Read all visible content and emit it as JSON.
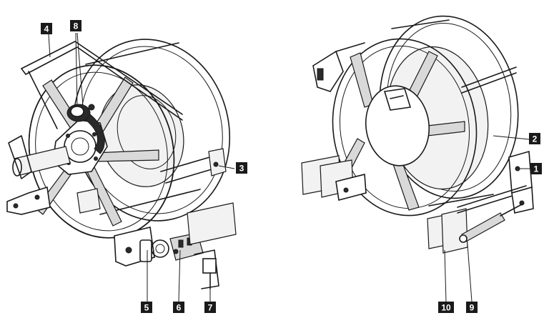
{
  "callouts": [
    {
      "id": "c1",
      "label": "1"
    },
    {
      "id": "c2",
      "label": "2"
    },
    {
      "id": "c3",
      "label": "3"
    },
    {
      "id": "c4",
      "label": "4"
    },
    {
      "id": "c5",
      "label": "5"
    },
    {
      "id": "c6",
      "label": "6"
    },
    {
      "id": "c7",
      "label": "7"
    },
    {
      "id": "c8",
      "label": "8"
    },
    {
      "id": "c9",
      "label": "9"
    },
    {
      "id": "c10",
      "label": "10"
    }
  ],
  "colors": {
    "callout_bg": "#1a1a1a",
    "callout_text": "#ffffff",
    "line": "#1a1a1a",
    "shade": "#d9d9d9"
  }
}
